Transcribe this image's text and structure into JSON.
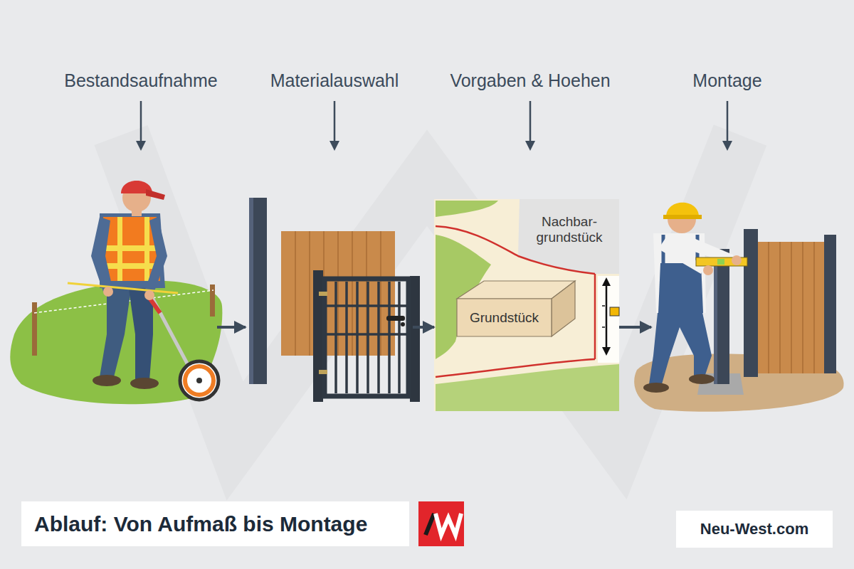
{
  "diagram": {
    "title": "Ablauf: Von Aufmaß bis Montage",
    "nodes": [
      {
        "text": [
          "Bestandsaufnahme"
        ]
      },
      {
        "text": [
          "Materialauswahl"
        ]
      },
      {
        "text": [
          "Vorgaben & Hoehen"
        ]
      },
      {
        "text": [
          "Nachbar- grundstück"
        ],
        "in": 2
      },
      {
        "text": [
          "Grundstück"
        ],
        "in": 2
      },
      {
        "text": [
          "Montage"
        ]
      }
    ],
    "edges": [
      {
        "from": 0,
        "to": 1,
        "arrow": "to"
      },
      {
        "from": 1,
        "to": 2,
        "arrow": "to"
      },
      {
        "from": 2,
        "to": 5,
        "arrow": "to"
      }
    ],
    "labels": [
      "Neu-West.com"
    ]
  }
}
